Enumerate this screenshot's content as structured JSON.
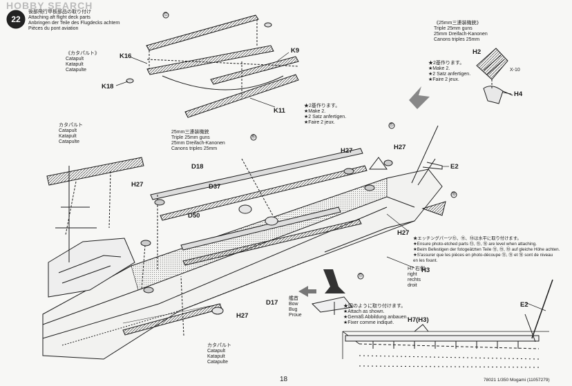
{
  "watermark": "HOBBY SEARCH",
  "step": {
    "number": "22",
    "title_jp": "後部飛行甲板部品の取り付け",
    "title_en": "Attaching aft flight deck parts",
    "title_de": "Anbringen der Teile des Flugdecks achtern",
    "title_fr": "Pièces du pont aviation"
  },
  "catapult_note_top": [
    "《カタパルト》",
    "Catapult",
    "Katapult",
    "Catapulte"
  ],
  "catapult_note_left": [
    "カタパルト",
    "Catapult",
    "Katapult",
    "Catapulte"
  ],
  "catapult_note_bottom": [
    "カタパルト",
    "Catapult",
    "Katapult",
    "Catapulte"
  ],
  "guns_note_top": [
    "《25mm三連装機銃》",
    "Triple 25mm guns",
    "25mm Dreifach-Kanonen",
    "Canons triples 25mm"
  ],
  "guns_note_mid": [
    "25mm三連装機銃",
    "Triple 25mm guns",
    "25mm Dreifach-Kanonen",
    "Canons triples 25mm"
  ],
  "make2_right": [
    "★2基作ります。",
    "★Make 2.",
    "★2 Satz anfertigen.",
    "★Faire 2 jeux."
  ],
  "make2_mid": [
    "★2基作ります。",
    "★Make 2.",
    "★2 Satz anfertigen.",
    "★Faire 2 jeux."
  ],
  "etching_note": [
    "★エッチングパーツ⑬、⑮、⑱は水平に取り付けます。",
    "★Ensure photo-etched parts ⑬, ⑮, ⑱ are level when attaching.",
    "★Beim Befestigen der fotogeätzten Teile ⑬, ⑮, ⑱ auf gleiche Höhe achten.",
    "★S'assurer que les pièces en photo-découpe ⑬, ⑮ et ⑱ sont de niveau",
    "en les fixant."
  ],
  "bow_note": [
    "艦首",
    "Bow",
    "Bug",
    "Proue"
  ],
  "attach_note": [
    "★図のように取り付けます。",
    "★Attach as shown.",
    "★Gemäß Abbildung anbauen.",
    "★Fixer comme indiqué."
  ],
  "h7_note": [
    "H7 右側",
    "right",
    "rechts",
    "droit"
  ],
  "parts": {
    "K16": "K16",
    "K18": "K18",
    "K9": "K9",
    "K11": "K11",
    "H2": "H2",
    "X10": "X-10",
    "H4": "H4",
    "D18": "D18",
    "D37": "D37",
    "D50": "D50",
    "D17": "D17",
    "H27": "H27",
    "E2": "E2",
    "H3": "H3",
    "H7H3": "H7(H3)"
  },
  "etch_markers": [
    "⑫",
    "⑬",
    "⑮",
    "⑯",
    "⑱"
  ],
  "page_number": "18",
  "footer_code": "78021 1/350 Mogami (11057279)"
}
